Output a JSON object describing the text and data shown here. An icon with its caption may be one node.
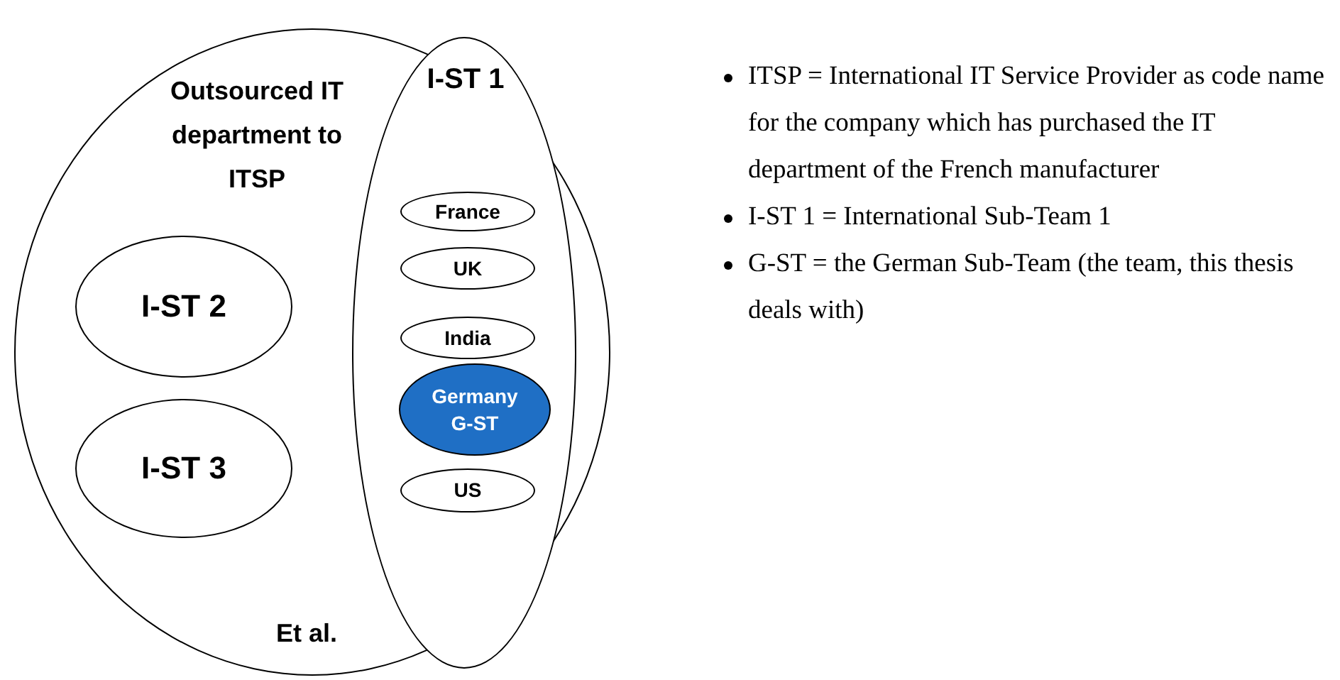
{
  "diagram": {
    "nodes": [
      {
        "text": [
          "Outsourced IT department to ITSP",
          "Et al."
        ]
      },
      {
        "text": [
          "I-ST 1"
        ],
        "in": 0
      },
      {
        "text": [
          "France"
        ],
        "in": 1
      },
      {
        "text": [
          "UK"
        ],
        "in": 1
      },
      {
        "text": [
          "India"
        ],
        "in": 1
      },
      {
        "text": [
          "Germany G-ST"
        ],
        "in": 1
      },
      {
        "text": [
          "US"
        ],
        "in": 1
      },
      {
        "text": [
          "I-ST 2"
        ],
        "in": 0
      },
      {
        "text": [
          "I-ST 3"
        ],
        "in": 0
      }
    ],
    "edges": [],
    "labels": [
      "ITSP = International IT Service Provider as code name for the company which has purchased the IT department of the French manufacturer",
      "I-ST 1 = International Sub-Team 1",
      "G-ST = the German Sub-Team (the team, this thesis deals with)"
    ]
  }
}
